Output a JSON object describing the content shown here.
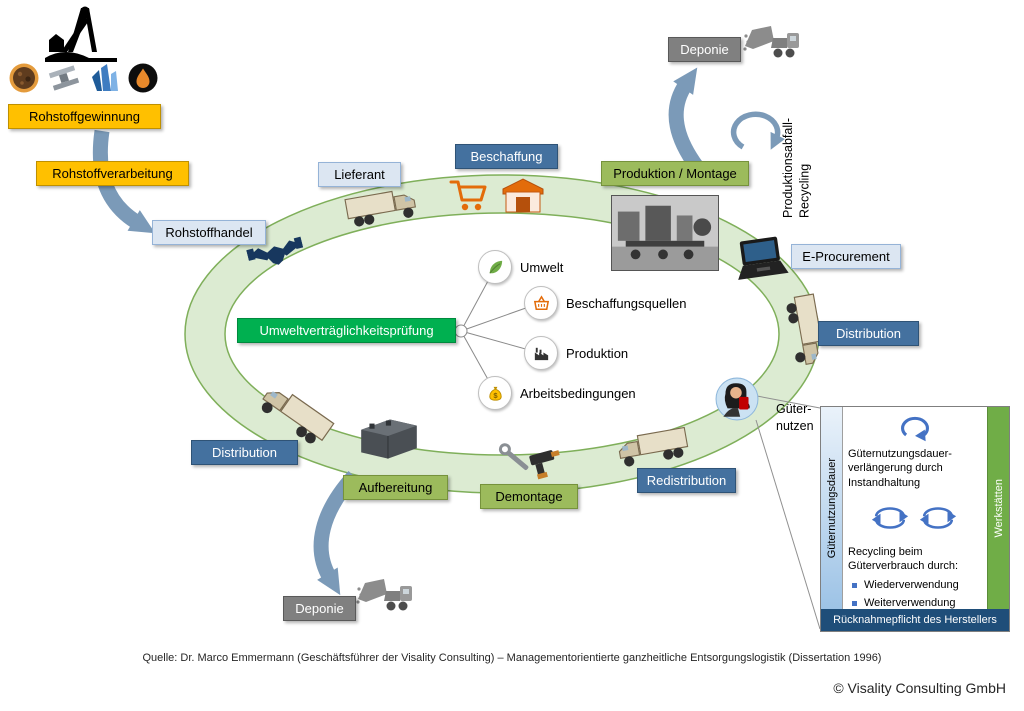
{
  "stages": {
    "rohstoffgewinnung": "Rohstoffgewinnung",
    "rohstoffverarbeitung": "Rohstoffverarbeitung",
    "rohstoffhandel": "Rohstoffhandel",
    "lieferant": "Lieferant",
    "beschaffung": "Beschaffung",
    "produktion_montage": "Produktion / Montage",
    "deponie_top": "Deponie",
    "e_procurement": "E-Procurement",
    "distribution_right": "Distribution",
    "redistribution": "Redistribution",
    "demontage": "Demontage",
    "aufbereitung": "Aufbereitung",
    "distribution_left": "Distribution",
    "deponie_bottom": "Deponie",
    "umweltvertraeglichkeitspruefung": "Umweltverträglichkeitsprüfung"
  },
  "annotations": {
    "produktionsabfall_recycling": "Produktionsabfall-\nRecycling",
    "guethernutzen": "Güter-\nnutzen"
  },
  "mindmap": {
    "items": [
      {
        "label": "Umwelt",
        "icon": "leaf-icon"
      },
      {
        "label": "Beschaffungsquellen",
        "icon": "shopping-basket-icon"
      },
      {
        "label": "Produktion",
        "icon": "factory-icon"
      },
      {
        "label": "Arbeitsbedingungen",
        "icon": "money-bag-icon"
      }
    ]
  },
  "panel": {
    "left_axis": "Güternutzungsdauer",
    "right_axis": "Werkstätten",
    "maintenance_text": "Güternutzungsdauer-verlängerung durch Instandhaltung",
    "recycling_title": "Recycling beim Güterverbrauch durch:",
    "bullets": [
      "Wiederverwendung",
      "Weiterverwendung"
    ],
    "footer": "Rücknahmepflicht des Herstellers"
  },
  "icons": {
    "money_symbol": "$"
  },
  "colors": {
    "orange": "#FFC000",
    "light_blue": "#DCE6F2",
    "dark_blue": "#44719F",
    "olive_green": "#9CBB5C",
    "bright_green": "#00B050",
    "gray": "#808080",
    "ring_fill": "#DCEBD2",
    "ring_border": "#7FAF5A",
    "arrow_blue_gray": "#7B9AB8",
    "panel_accent": "#4472C4",
    "panel_footer": "#1F4E79",
    "werkstatt_green": "#70AD47"
  },
  "footer": {
    "source": "Quelle: Dr. Marco Emmermann (Geschäftsführer der Visality Consulting) – Managementorientierte ganzheitliche Entsorgungslogistik (Dissertation 1996)",
    "copyright": "© Visality Consulting GmbH"
  }
}
